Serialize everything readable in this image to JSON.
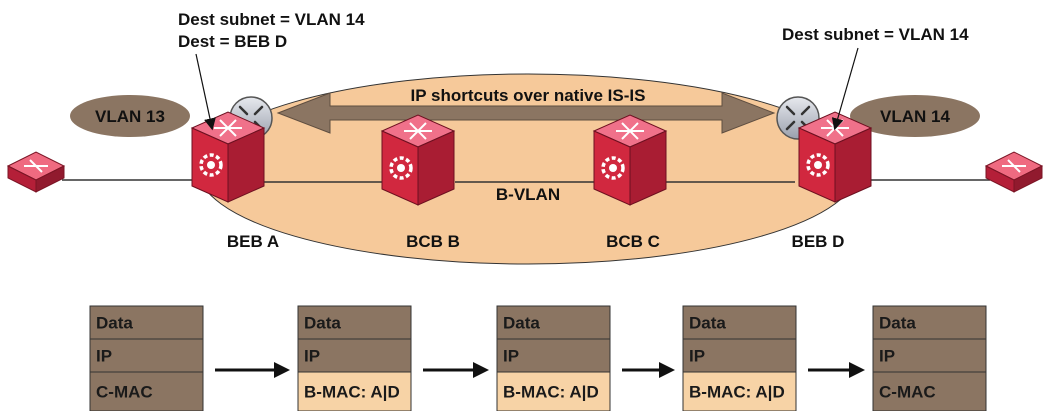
{
  "top_callouts": {
    "left_subnet": "Dest subnet = VLAN 14",
    "left_dest": "Dest = BEB D",
    "right_subnet": "Dest subnet = VLAN 14"
  },
  "shortcut_label": "IP shortcuts over native IS-IS",
  "bvlan_label": "B-VLAN",
  "vlans": {
    "left": "VLAN 13",
    "right": "VLAN 14"
  },
  "nodes": {
    "beb_a": "BEB A",
    "bcb_b": "BCB B",
    "bcb_c": "BCB C",
    "beb_d": "BEB D"
  },
  "stacks": [
    {
      "top": "Data",
      "mid": "IP",
      "bottom": "C-MAC",
      "bottom_color": "#8b7562"
    },
    {
      "top": "Data",
      "mid": "IP",
      "bottom": "B-MAC: A|D",
      "bottom_color": "#f7d3a6"
    },
    {
      "top": "Data",
      "mid": "IP",
      "bottom": "B-MAC: A|D",
      "bottom_color": "#f7d3a6"
    },
    {
      "top": "Data",
      "mid": "IP",
      "bottom": "B-MAC: A|D",
      "bottom_color": "#f7d3a6"
    },
    {
      "top": "Data",
      "mid": "IP",
      "bottom": "C-MAC",
      "bottom_color": "#8b7562"
    }
  ],
  "colors": {
    "cloud": "#f6c99a",
    "vlan_oval": "#8b7562",
    "switch_face": "#e23a55",
    "router_face": "#c8ccd6",
    "packet_cell": "#8b7562",
    "arrow": "#8b7562"
  },
  "icons": {
    "switch": "bridge-switch-icon",
    "router": "router-icon",
    "flow_arrow": "arrow-right-icon"
  }
}
